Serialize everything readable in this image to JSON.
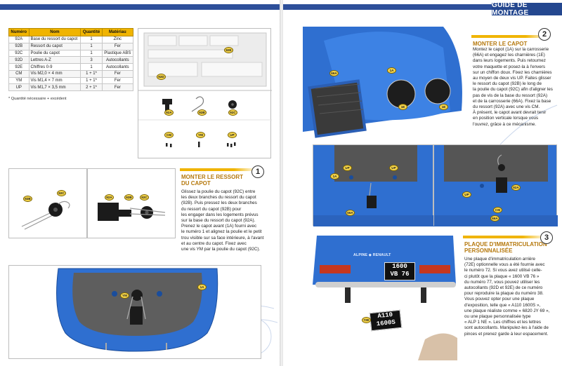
{
  "header": {
    "right_tab": "GUIDE DE MONTAGE"
  },
  "parts_table": {
    "headers": [
      "Numéro",
      "Nom",
      "Quantité",
      "Matériau"
    ],
    "rows": [
      [
        "92A",
        "Base du ressort du capot",
        "1",
        "Zinc"
      ],
      [
        "92B",
        "Ressort du capot",
        "1",
        "Fer"
      ],
      [
        "92C",
        "Poulie du capot",
        "1",
        "Plastique ABS"
      ],
      [
        "92D",
        "Lettres A-Z",
        "3",
        "Autocollants"
      ],
      [
        "92E",
        "Chiffres 0-9",
        "1",
        "Autocollants"
      ],
      [
        "CM",
        "Vis M2,0 × 4 mm",
        "1 + 1*",
        "Fer"
      ],
      [
        "YM",
        "Vis M1,4 × 7 mm",
        "1 + 1*",
        "Fer"
      ],
      [
        "UP",
        "Vis M1,7 × 3,5 mm",
        "2 + 1*",
        "Fer"
      ]
    ],
    "footnote": "* Quantité nécessaire + excédent"
  },
  "part_tags": {
    "d92e": "92E",
    "d92d": "92D",
    "a92a": "92A",
    "a92b": "92B",
    "a92c": "92C",
    "cm": "CM",
    "ym": "YM",
    "up": "UP"
  },
  "step1": {
    "number": "1",
    "title_line1": "MONTER LE RESSORT",
    "title_line2": "DU CAPOT",
    "paragraphs": [
      "Glissez la poulie du capot (92C) entre",
      "les deux branches du ressort du capot",
      "(92B). Puis pressez les deux branches",
      "du ressort du capot (92B) pour",
      "les engager dans les logements prévus",
      "sur la base du ressort du capot (92A).",
      "Prenez le capot avant (1A) fourni avec",
      "le numéro 1 et alignez la poulie et le petit",
      "trou visible sur sa face intérieure, à l'avant",
      "et au centre du capot. Fixez avec",
      "une vis YM par la poulie du capot (92C)."
    ],
    "tags": {
      "b92c": "92C",
      "b92b": "92B",
      "c92a": "92A",
      "c92b": "92B",
      "c92c": "92C",
      "ym": "YM",
      "t1a": "1A"
    }
  },
  "step2": {
    "number": "2",
    "title": "MONTER LE CAPOT",
    "paragraphs": [
      "Montez le capot (1A) sur la carrosserie",
      "(66A) et engagez les charnières (1E)",
      "dans leurs logements. Puis retournez",
      "votre maquette et posez-la à l'envers",
      "sur un chiffon doux. Fixez les charnières",
      "au moyen de deux vis UP. Faites glisser",
      "le ressort du capot (92B) le long de",
      "la poulie du capot (92C) afin d'aligner les",
      "pas de vis de la base du ressort (92A)",
      "et de la carrosserie (66A). Fixez la base",
      "du ressort (92A) avec une vis CM.",
      "À présent, le capot avant devrait tenir",
      "en position verticale lorsque vous",
      "l'ouvrez, grâce à ce mécanisme."
    ],
    "tags": {
      "t66a": "66A",
      "t1a": "1A",
      "t1e1": "1E",
      "t1e2": "1E",
      "b1a": "1A",
      "bup1": "UP",
      "bup2": "UP",
      "b66a": "66A",
      "b92a": "92A",
      "bcm": "CM",
      "b66a2": "66A",
      "bup3": "UP"
    }
  },
  "step3": {
    "number": "3",
    "title_line1": "PLAQUE D'IMMATRICULATION",
    "title_line2": "PERSONNALISÉE",
    "paragraphs": [
      "Une plaque d'immatriculation arrière",
      "(72E) optionnelle vous a été fournie avec",
      "le numéro 72. Si vous avez utilisé celle-",
      "ci plutôt que la plaque « 1600 VB 76 »",
      "du numéro 77, vous pouvez utiliser les",
      "autocollants (92D et 92E) de ce numéro",
      "pour reproduire la plaque du numéro 38.",
      "Vous pouvez opter pour une plaque",
      "d'exposition, telle que « A110 1600S »,",
      "une plaque réaliste comme « 6820 JY 69 »,",
      "ou une plaque personnalisée type",
      "« ALP 1 NE ». Les chiffres et les lettres",
      "sont autocollants. Manipulez-les à l'aide de",
      "pinces et prenez garde à leur espacement."
    ],
    "brand_left": "ALPINE",
    "brand_right": "RENAULT",
    "plate_line1": "1600",
    "plate_line2": "VB 76",
    "sticker_line1": "A110",
    "sticker_line2": "1600S",
    "tag": "72E"
  },
  "colors": {
    "accent": "#f0b400",
    "header_blue": "#24478f",
    "car_blue": "#2f6fd0"
  }
}
